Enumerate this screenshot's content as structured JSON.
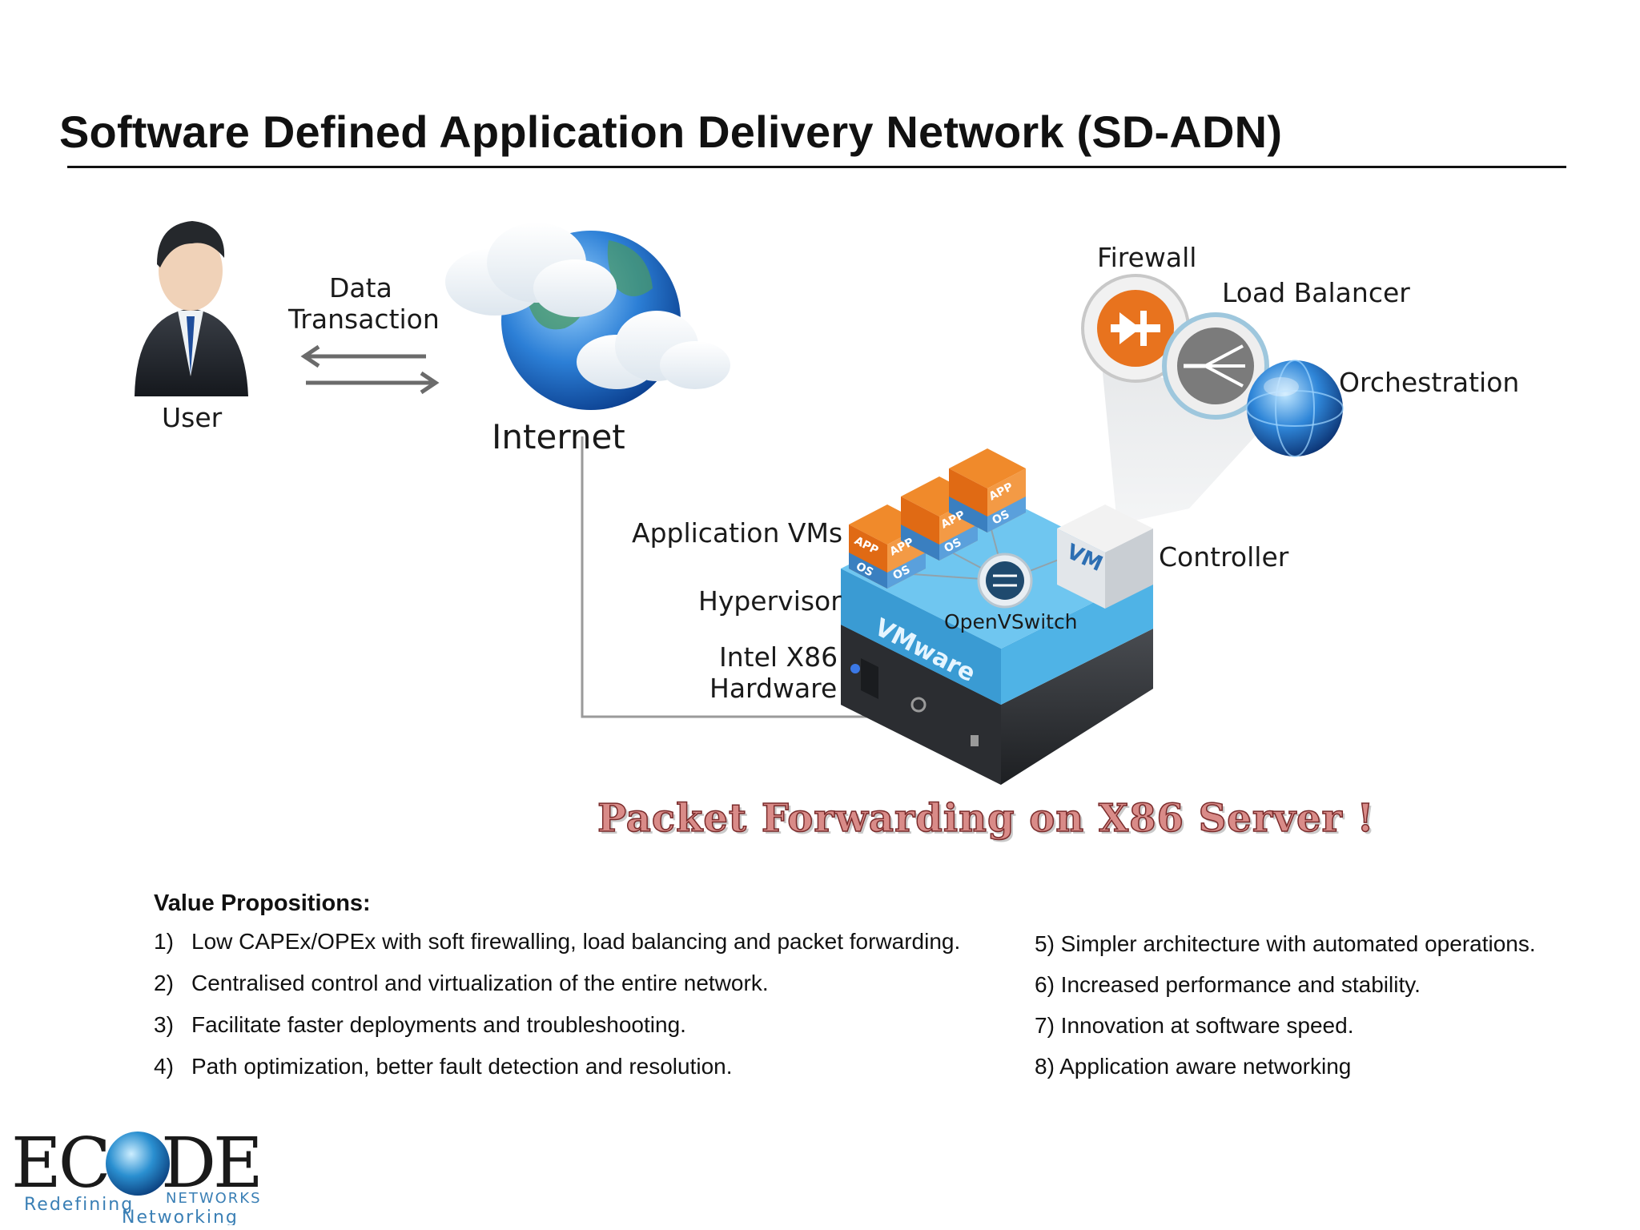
{
  "slide": {
    "title": "Software Defined Application Delivery Network (SD-ADN)"
  },
  "diagram": {
    "user_label": "User",
    "data_transaction_line1": "Data",
    "data_transaction_line2": "Transaction",
    "internet_label": "Internet",
    "firewall_label": "Firewall",
    "load_balancer_label": "Load Balancer",
    "orchestration_label": "Orchestration",
    "controller_label": "Controller",
    "application_vms_label": "Application VMs",
    "hypervisor_label": "Hypervisor",
    "hardware_line1": "Intel X86",
    "hardware_line2": "Hardware",
    "openvswitch_label": "OpenVSwitch",
    "vmware_label": "VMware",
    "vm_label": "VM",
    "app_label": "APP",
    "os_label": "OS",
    "tagline": "Packet Forwarding on X86 Server !"
  },
  "value_propositions": {
    "heading": "Value Propositions:",
    "left": [
      {
        "num": "1)",
        "text": "Low CAPEx/OPEx with soft firewalling, load balancing and packet forwarding."
      },
      {
        "num": "2)",
        "text": "Centralised control and virtualization of the entire network."
      },
      {
        "num": "3)",
        "text": "Facilitate faster deployments and troubleshooting."
      },
      {
        "num": "4)",
        "text": "Path optimization, better fault detection and resolution."
      }
    ],
    "right": [
      "5) Simpler architecture with automated operations.",
      "6) Increased performance and stability.",
      "7) Innovation at software speed.",
      "8) Application aware networking"
    ]
  },
  "logo": {
    "brand": "ECODE",
    "sub": "NETWORKS",
    "slogan_1": "Redefining",
    "slogan_2": "Networking"
  },
  "colors": {
    "accent_orange": "#e8731e",
    "hypervisor_blue": "#4fb3e6",
    "tagline_red": "#d98b88"
  }
}
